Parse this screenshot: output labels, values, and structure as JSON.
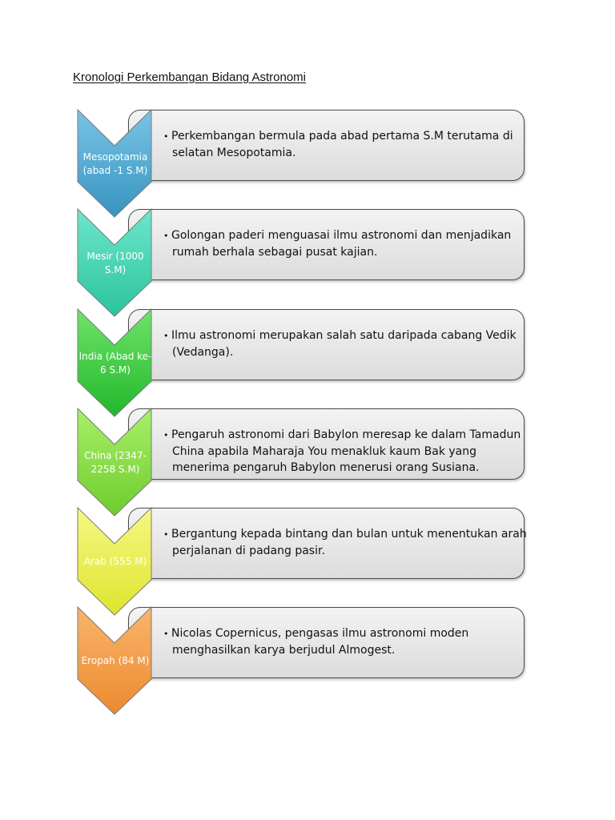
{
  "title": "Kronologi Perkembangan  Bidang Astronomi",
  "steps": [
    {
      "label": "Mesopotamia (abad -1 S.M)",
      "text": "Perkembangan bermula pada abad pertama S.M terutama di selatan Mesopotamia.",
      "color_top": "#79c4e6",
      "color_bottom": "#3794bf"
    },
    {
      "label": "Mesir (1000 S.M)",
      "text": "Golongan paderi menguasai ilmu astronomi dan menjadikan rumah berhala sebagai pusat kajian.",
      "color_top": "#6ee6cc",
      "color_bottom": "#2bc49b"
    },
    {
      "label": "India (Abad ke-6 S.M)",
      "text": "Ilmu astronomi merupakan salah satu daripada cabang Vedik (Vedanga).",
      "color_top": "#6fe36a",
      "color_bottom": "#22b82b"
    },
    {
      "label": "China (2347-2258 S.M)",
      "text": "Pengaruh astronomi dari Babylon meresap ke dalam Tamadun China apabila Maharaja You menakluk kaum Bak yang menerima pengaruh Babylon menerusi orang Susiana.",
      "color_top": "#a8ef6a",
      "color_bottom": "#6fcc2d"
    },
    {
      "label": "Arab (555 M)",
      "text": "Bergantung kepada bintang dan bulan untuk menentukan arah perjalanan di padang pasir.",
      "color_top": "#f6f783",
      "color_bottom": "#dfe52e"
    },
    {
      "label": "Eropah (84 M)",
      "text": "Nicolas Copernicus, pengasas ilmu astronomi moden menghasilkan karya berjudul Almogest.",
      "color_top": "#f8b56b",
      "color_bottom": "#ed8a30"
    }
  ],
  "bullet_char": "•"
}
